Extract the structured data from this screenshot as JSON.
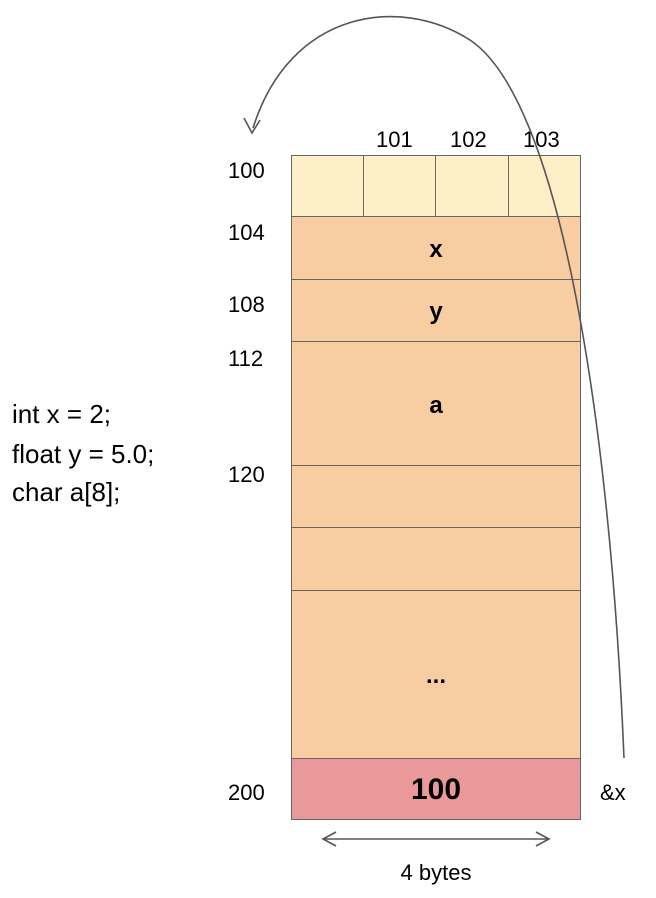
{
  "code": [
    "int x = 2;",
    "float y = 5.0;",
    "char a[8];"
  ],
  "byte_addresses": [
    "101",
    "102",
    "103"
  ],
  "row_addresses": [
    "100",
    "104",
    "108",
    "112",
    "120",
    "200"
  ],
  "cells": {
    "x": "x",
    "y": "y",
    "a": "a",
    "ellipsis": "...",
    "pointer_value": "100"
  },
  "pointer_label": "&x",
  "width_label": "4 bytes",
  "colors": {
    "first_row": "#fdf0c9",
    "memory": "#f8cda1",
    "pointer_cell": "#ea999a",
    "border": "#666666",
    "arrow": "#555555"
  }
}
